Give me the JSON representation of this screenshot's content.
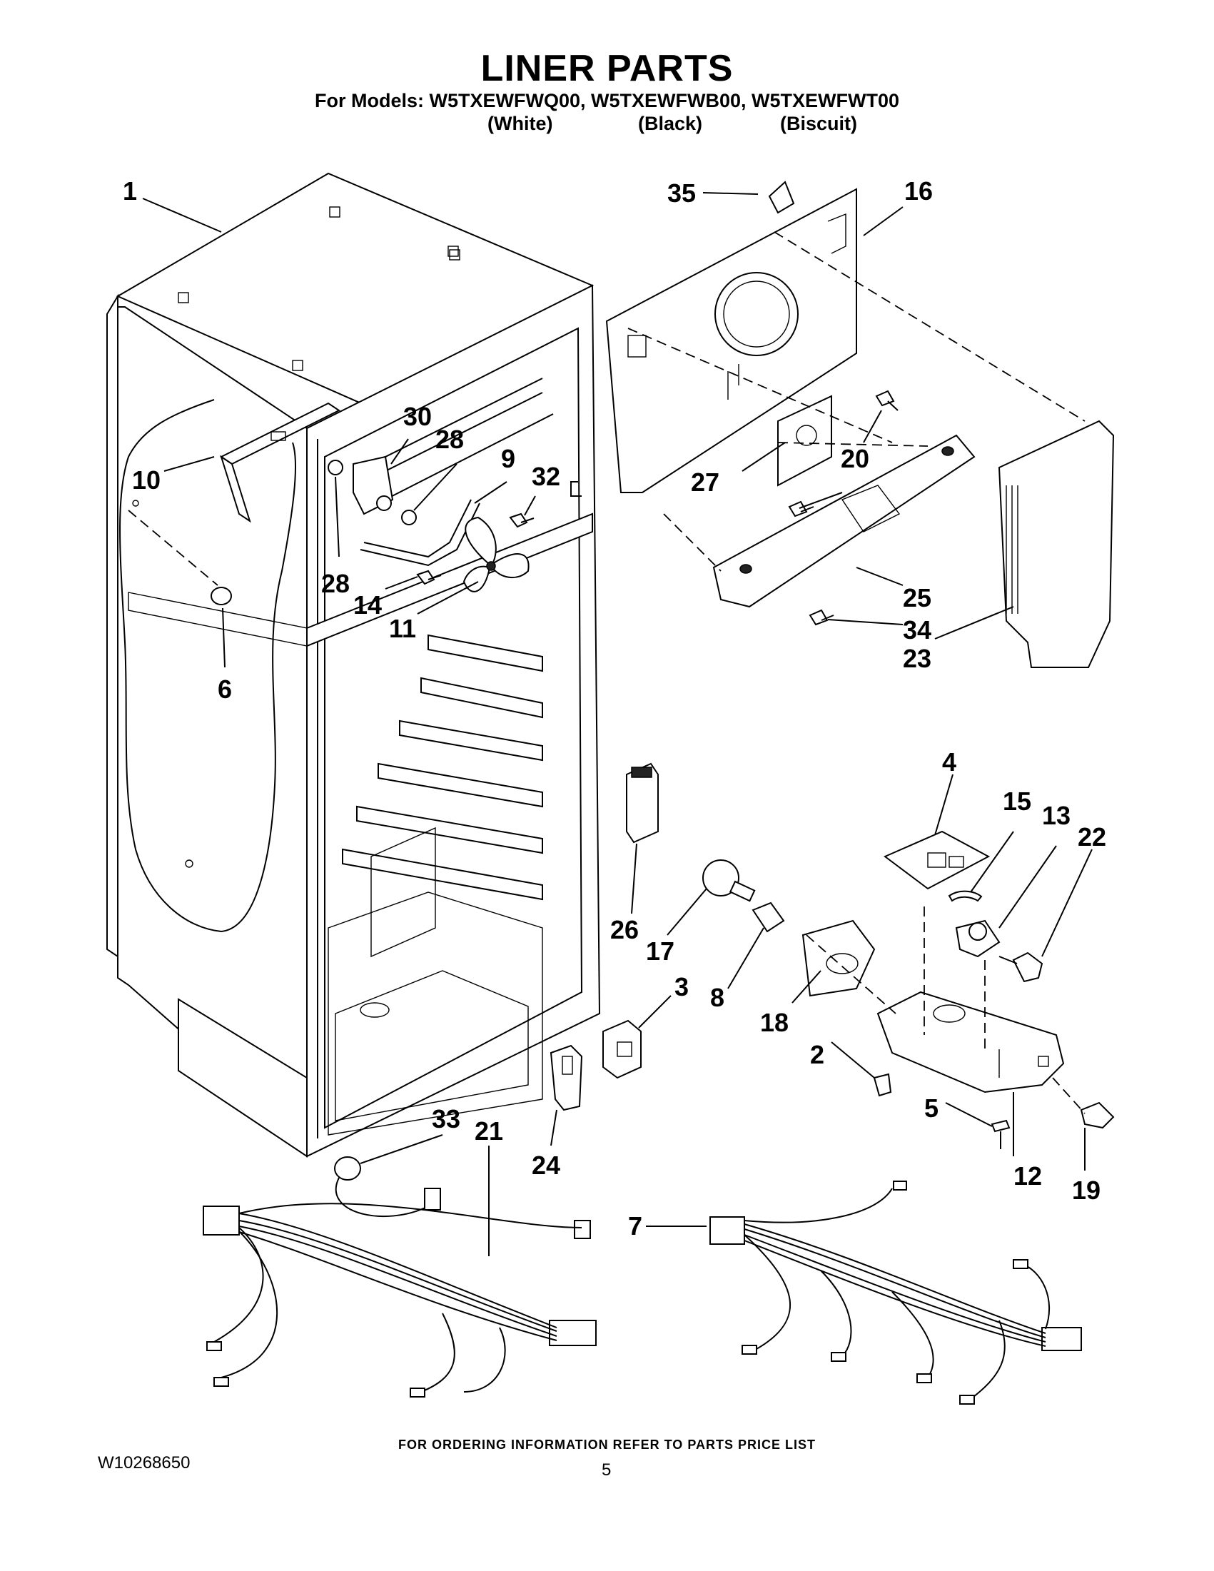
{
  "header": {
    "title": "LINER PARTS",
    "models_line": "For Models: W5TXEWFWQ00, W5TXEWFWB00, W5TXEWFWT00",
    "colors": [
      "(White)",
      "(Black)",
      "(Biscuit)"
    ]
  },
  "callouts": [
    {
      "id": "c1",
      "label": "1"
    },
    {
      "id": "c35",
      "label": "35"
    },
    {
      "id": "c16",
      "label": "16"
    },
    {
      "id": "c30",
      "label": "30"
    },
    {
      "id": "c28a",
      "label": "28"
    },
    {
      "id": "c9",
      "label": "9"
    },
    {
      "id": "c32",
      "label": "32"
    },
    {
      "id": "c10",
      "label": "10"
    },
    {
      "id": "c20a",
      "label": "20"
    },
    {
      "id": "c20b",
      "label": "20"
    },
    {
      "id": "c27",
      "label": "27"
    },
    {
      "id": "c28b",
      "label": "28"
    },
    {
      "id": "c14",
      "label": "14"
    },
    {
      "id": "c11",
      "label": "11"
    },
    {
      "id": "c25",
      "label": "25"
    },
    {
      "id": "c34",
      "label": "34"
    },
    {
      "id": "c23",
      "label": "23"
    },
    {
      "id": "c6",
      "label": "6"
    },
    {
      "id": "c4",
      "label": "4"
    },
    {
      "id": "c15",
      "label": "15"
    },
    {
      "id": "c13",
      "label": "13"
    },
    {
      "id": "c22",
      "label": "22"
    },
    {
      "id": "c26",
      "label": "26"
    },
    {
      "id": "c17",
      "label": "17"
    },
    {
      "id": "c3",
      "label": "3"
    },
    {
      "id": "c8",
      "label": "8"
    },
    {
      "id": "c18",
      "label": "18"
    },
    {
      "id": "c2",
      "label": "2"
    },
    {
      "id": "c5",
      "label": "5"
    },
    {
      "id": "c12",
      "label": "12"
    },
    {
      "id": "c19",
      "label": "19"
    },
    {
      "id": "c33",
      "label": "33"
    },
    {
      "id": "c21",
      "label": "21"
    },
    {
      "id": "c24",
      "label": "24"
    },
    {
      "id": "c7",
      "label": "7"
    }
  ],
  "footer": {
    "note": "FOR ORDERING INFORMATION REFER TO PARTS PRICE LIST",
    "doc_number": "W10268650",
    "page": "5"
  }
}
